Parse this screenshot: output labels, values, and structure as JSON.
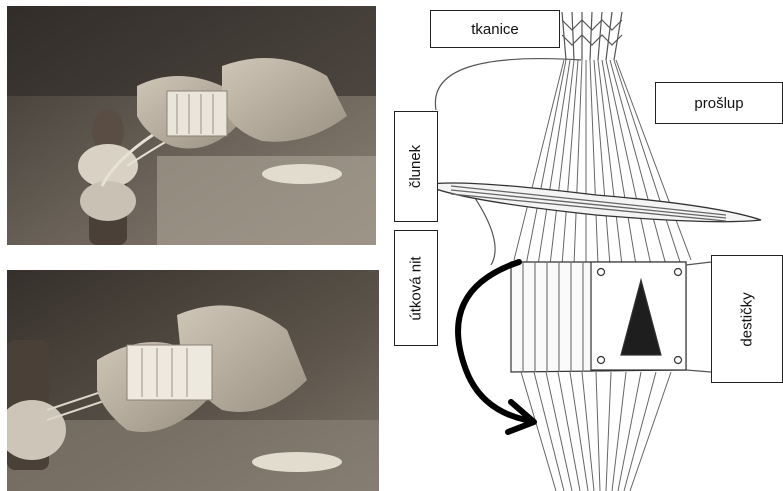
{
  "labels": {
    "tkanice": "tkanice",
    "proslup": "prošlup",
    "clunek": "člunek",
    "utkova_nit": "útková nit",
    "desticky": "destičky"
  }
}
